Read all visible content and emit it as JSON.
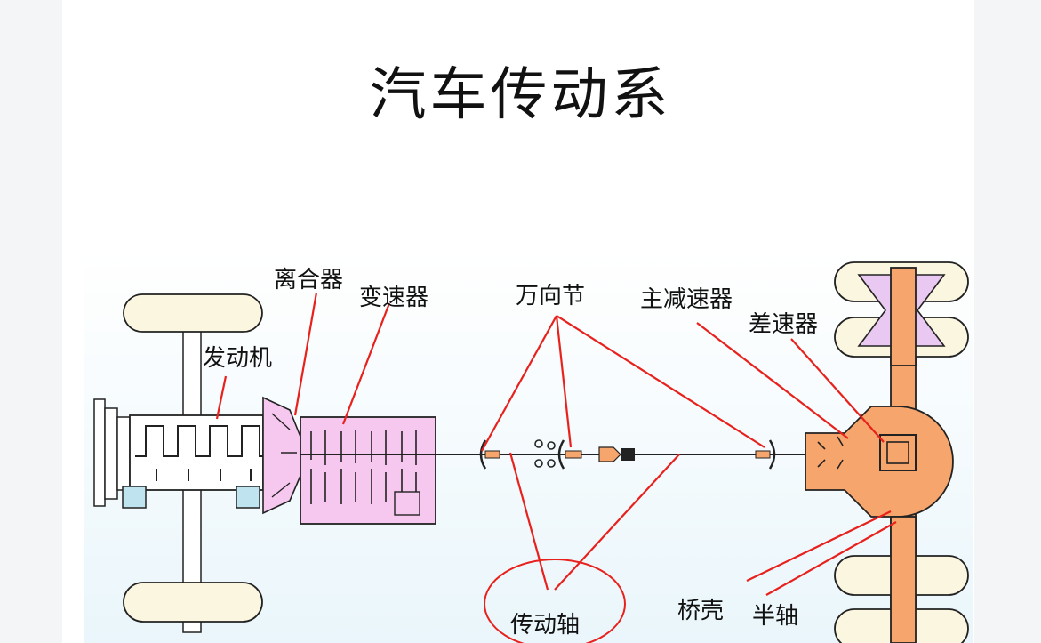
{
  "title": "汽车传动系",
  "labels": {
    "clutch": "离合器",
    "gearbox": "变速器",
    "engine": "发动机",
    "universal_joint": "万向节",
    "final_drive": "主减速器",
    "differential": "差速器",
    "drive_shaft": "传动轴",
    "axle_housing": "桥壳",
    "half_shaft": "半轴"
  },
  "colors": {
    "leader": "#e8211c",
    "engine_fill": "#ffffff",
    "gearbox_fill": "#f6c8ef",
    "rear_axle_fill": "#f6a56c",
    "diff_carrier_fill": "#e9c8f2",
    "tire_fill": "#fbf6df",
    "background_tint": "#eaf6fb"
  }
}
